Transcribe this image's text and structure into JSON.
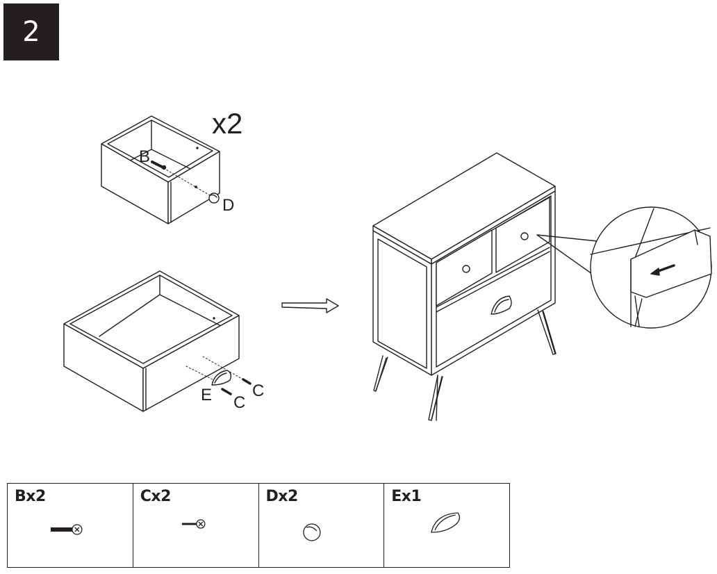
{
  "step": {
    "number": "2"
  },
  "drawer_small": {
    "multiplier": "x2",
    "label_b": "B",
    "label_d": "D"
  },
  "drawer_large": {
    "label_e": "E",
    "label_c1": "C",
    "label_c2": "C"
  },
  "parts": [
    {
      "label": "Bx2",
      "icon": "long-screw-icon"
    },
    {
      "label": "Cx2",
      "icon": "short-screw-icon"
    },
    {
      "label": "Dx2",
      "icon": "round-knob-icon"
    },
    {
      "label": "Ex1",
      "icon": "cup-handle-icon"
    }
  ],
  "colors": {
    "ink": "#231f20",
    "background": "#ffffff"
  }
}
